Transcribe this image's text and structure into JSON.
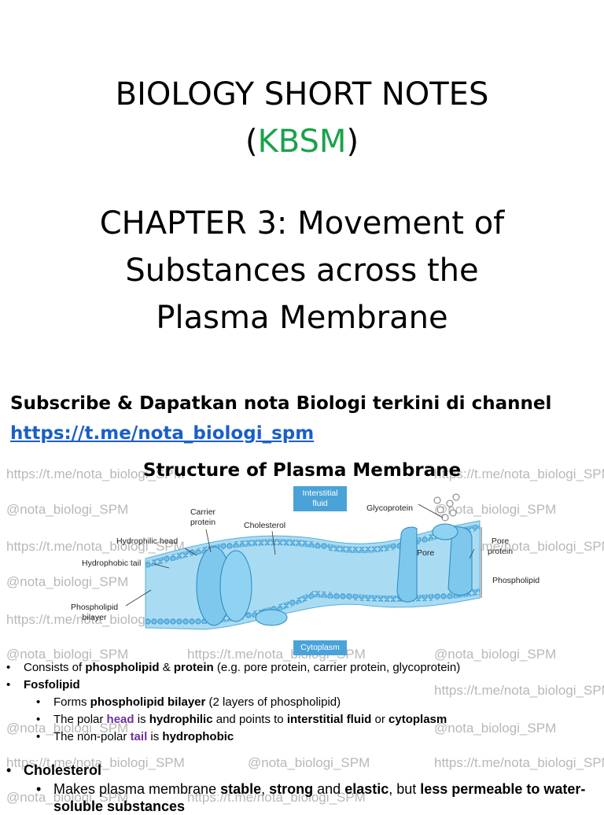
{
  "header": {
    "line1": "BIOLOGY SHORT NOTES",
    "paren_open": "(",
    "kbsm": "KBSM",
    "paren_close": ")",
    "chapter_lines": [
      "CHAPTER 3: Movement of",
      "Substances across the",
      "Plasma Membrane"
    ]
  },
  "subscribe": {
    "text": "Subscribe & Dapatkan nota Biologi terkini di channel",
    "link": "https://t.me/nota_biologi_spm"
  },
  "diagram": {
    "title": "Structure of Plasma Membrane",
    "labels": {
      "interstitial": "Interstitial fluid",
      "glycoprotein": "Glycoprotein",
      "carrier": "Carrier protein",
      "cholesterol": "Cholesterol",
      "hydrophilic": "Hydrophilic head",
      "hydrophobic": "Hydrophobic tail",
      "pore": "Pore",
      "pore_protein": "Pore protein",
      "phospholipid": "Phospholipid",
      "bilayer": "Phospholipid bilayer",
      "cytoplasm": "Cytoplasm"
    }
  },
  "watermark": {
    "url": "https://t.me/nota_biologi_SPM",
    "handle": "@nota_biologi_SPM"
  },
  "notes": {
    "b1_pre": "Consists of ",
    "b1_phospholipid": "phospholipid",
    "b1_amp": " & ",
    "b1_protein": "protein",
    "b1_post": " (e.g. pore protein, carrier protein, glycoprotein)",
    "b2": "Fosfolipid",
    "b3_pre": "Forms ",
    "b3_bold": "phospholipid bilayer",
    "b3_post": " (2 layers of phospholipid)",
    "b4_pre": "The polar ",
    "b4_head": "head",
    "b4_mid": " is ",
    "b4_hydrophilic": "hydrophilic",
    "b4_and": " and points to ",
    "b4_if": "interstitial fluid",
    "b4_or": " or ",
    "b4_cyto": "cytoplasm",
    "b5_pre": "The non-polar ",
    "b5_tail": "tail",
    "b5_mid": " is ",
    "b5_hydrophobic": "hydrophobic",
    "b6": "Cholesterol",
    "b7_pre": "Makes plasma membrane ",
    "b7_stable": "stable",
    "b7_c1": ", ",
    "b7_strong": "strong",
    "b7_and": " and ",
    "b7_elastic": "elastic",
    "b7_but": ", but ",
    "b7_less": "less permeable to water-",
    "b7_line2": "soluble substances"
  }
}
